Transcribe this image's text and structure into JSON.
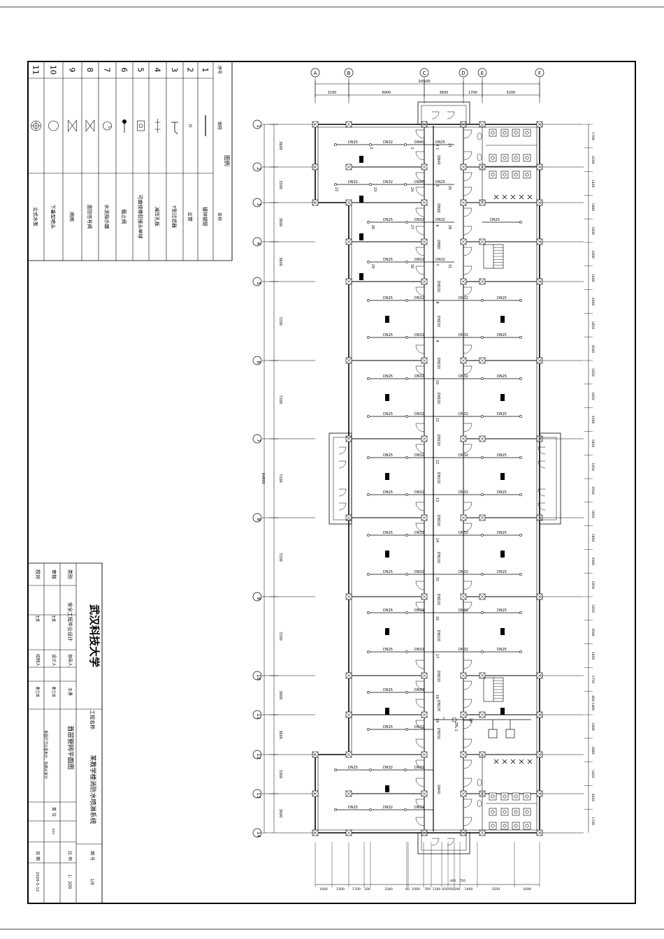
{
  "grid_letters": [
    "A",
    "B",
    "C",
    "D",
    "E",
    "F"
  ],
  "grid_numbers": [
    "1",
    "2",
    "3",
    "4",
    "5",
    "6",
    "7",
    "8",
    "9",
    "10",
    "11",
    "12",
    "13",
    "14"
  ],
  "top_dims": {
    "total": "20500",
    "spans": [
      "3100",
      "6900",
      "3600",
      "1700",
      "5200"
    ]
  },
  "left_dims": {
    "total": "64800",
    "spans": [
      "3600",
      "3300",
      "3600",
      "3600",
      "7200",
      "7200",
      "7200",
      "7200",
      "7200",
      "3600",
      "3600",
      "3300",
      "3600"
    ]
  },
  "right_dims": [
    "1700",
    "2200",
    "1420",
    "1880",
    "1800",
    "1800",
    "1600",
    "2000",
    "1850",
    "3500",
    "1850",
    "1850",
    "3500",
    "1850",
    "1850",
    "3500",
    "1850",
    "1850",
    "3500",
    "1850",
    "1850",
    "3500",
    "1850",
    "1750",
    "400 1400",
    "1800",
    "1880",
    "1420",
    "3620",
    "1700"
  ],
  "bottom_dims": [
    "1600",
    "1500",
    "1700",
    "200",
    "3340",
    "60",
    "1600",
    "700",
    "1100",
    "450",
    "450",
    "200",
    "1460",
    "3550",
    "1690"
  ],
  "bottom_small": [
    "400",
    "550"
  ],
  "pipe_labels": {
    "dn25": "DN25",
    "dn32": "DN32",
    "dn40": "DN40",
    "dn65": "DN65",
    "dn80": "DN80",
    "dn100": "DN100",
    "dn125": "DN125",
    "dn150": "DN150",
    "zpl": "ZPL-1"
  },
  "node_numbers": [
    "1",
    "2",
    "3",
    "4",
    "5",
    "6",
    "7",
    "8",
    "9",
    "10",
    "11",
    "12",
    "13",
    "14",
    "15",
    "16",
    "17",
    "18",
    "19",
    "20",
    "21",
    "22",
    "23",
    "24",
    "25",
    "26",
    "27",
    "28",
    "29",
    "30",
    "31"
  ],
  "legend": {
    "title": "图例",
    "headers": {
      "no": "序号",
      "symbol": "图符",
      "name": "名称"
    },
    "rows": [
      {
        "no": "1",
        "name": "镀锌钢管"
      },
      {
        "no": "2",
        "name": "立管"
      },
      {
        "no": "3",
        "name": "Y型过滤器"
      },
      {
        "no": "4",
        "name": "减压孔板"
      },
      {
        "no": "5",
        "name": "可曲挠橡胶接头单球"
      },
      {
        "no": "6",
        "name": "截止阀"
      },
      {
        "no": "7",
        "name": "水流指示器"
      },
      {
        "no": "8",
        "name": "遥控信号阀"
      },
      {
        "no": "9",
        "name": "闸阀"
      },
      {
        "no": "10",
        "name": "下垂型喷头"
      },
      {
        "no": "11",
        "name": "立式水泵"
      }
    ]
  },
  "title_block": {
    "school": "武汉科技大学",
    "project_label": "工程名称",
    "project": "某教学楼消防水喷淋系统",
    "category_label": "类别",
    "category": "安全工程毕业设计",
    "advisor_label": "指导人",
    "advisor": "王勇",
    "review_label": "审核",
    "review": "王勇",
    "designer_label": "设计人",
    "designer": "曹兰琪",
    "check_label": "校对",
    "check": "王勇",
    "drawer_label": "绘制人",
    "drawer": "曹兰琪",
    "drawing_title": "首层管网平面图",
    "note": "本图尺寸以毫米计，标高以米计",
    "unit_label": "单 位",
    "unit": "mm",
    "no_label": "图 号",
    "no": "1/9",
    "scale_label": "比 例",
    "scale": "1：200",
    "date_label": "日 期",
    "date": "2026-5-12"
  }
}
